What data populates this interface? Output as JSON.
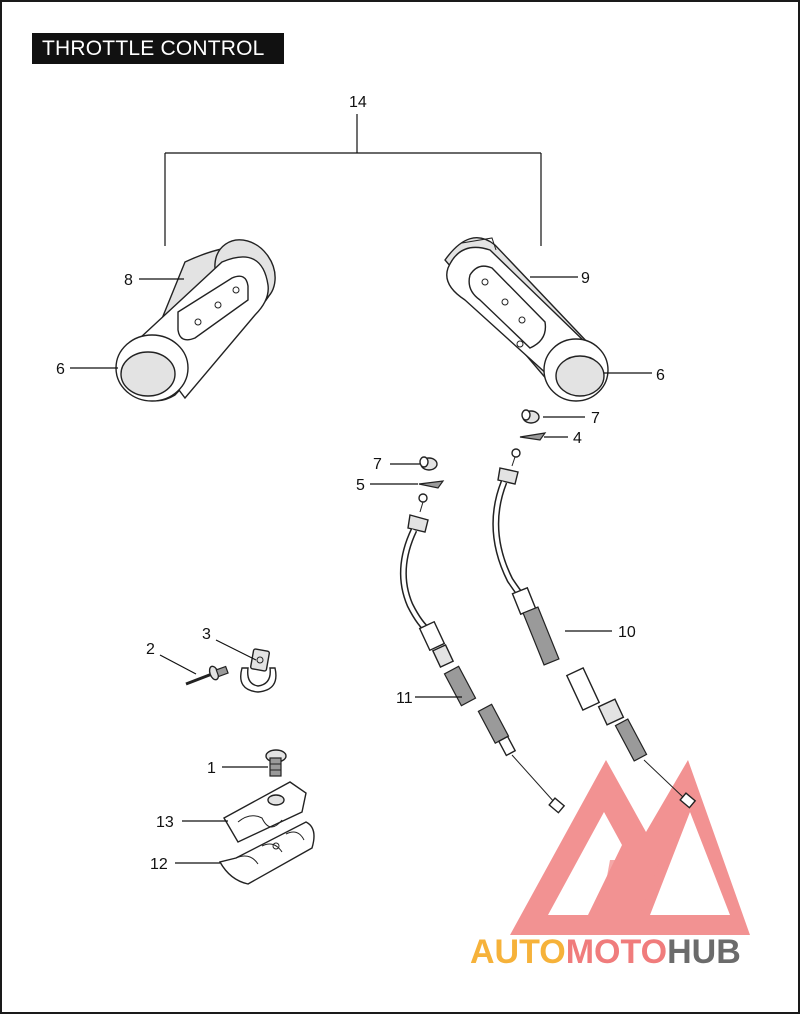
{
  "title": "THROTTLE CONTROL",
  "callouts": {
    "c1": "1",
    "c2": "2",
    "c3": "3",
    "c4": "4",
    "c5": "5",
    "c6a": "6",
    "c6b": "6",
    "c7a": "7",
    "c7b": "7",
    "c8": "8",
    "c9": "9",
    "c10": "10",
    "c11": "11",
    "c12": "12",
    "c13": "13",
    "c14": "14"
  },
  "watermark": {
    "part1": "AUTO",
    "part2": "MOTO",
    "part3": "HUB",
    "color_part1": "#f6b23a",
    "color_part2": "#f07c7c",
    "color_part3": "#6b6b6b",
    "logo_color": "#ee6e6e"
  }
}
